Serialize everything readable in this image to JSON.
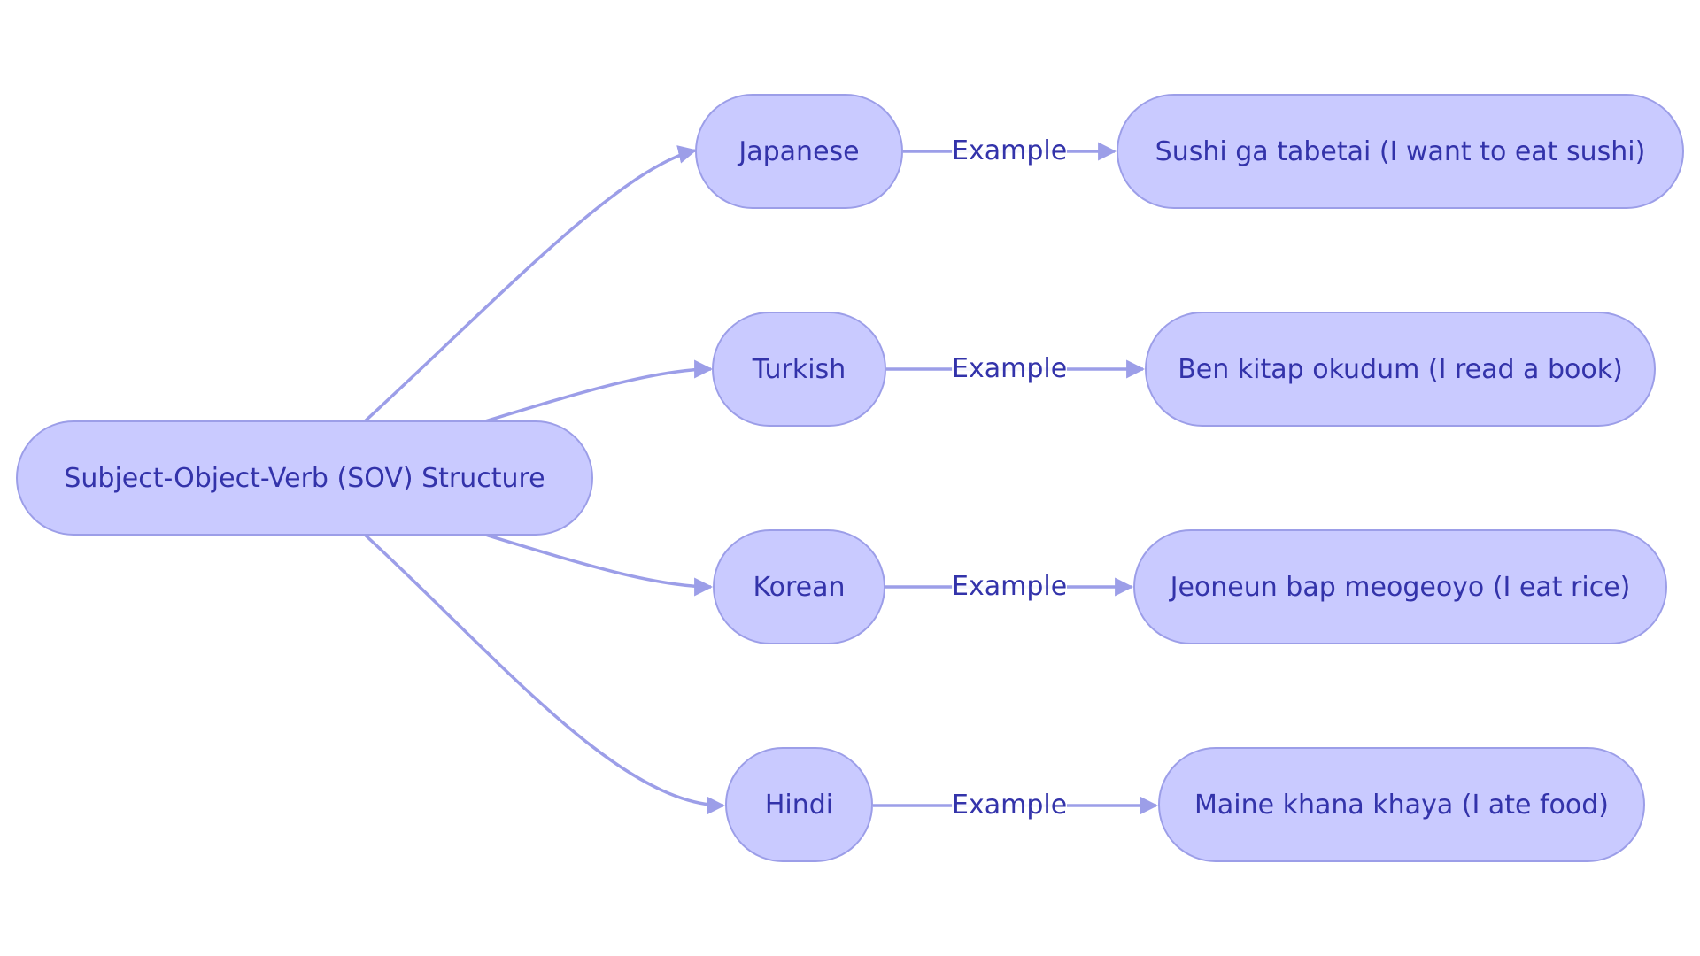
{
  "colors": {
    "node_fill": "#c9caff",
    "node_border": "#9c9ee8",
    "text": "#3333aa",
    "edge": "#9c9ee8"
  },
  "root": {
    "label": "Subject-Object-Verb (SOV) Structure"
  },
  "edge_label": "Example",
  "languages": [
    {
      "label": "Japanese",
      "example": "Sushi ga tabetai (I want to eat sushi)"
    },
    {
      "label": "Turkish",
      "example": "Ben kitap okudum (I read a book)"
    },
    {
      "label": "Korean",
      "example": "Jeoneun bap meogeoyo (I eat rice)"
    },
    {
      "label": "Hindi",
      "example": "Maine khana khaya (I ate food)"
    }
  ]
}
